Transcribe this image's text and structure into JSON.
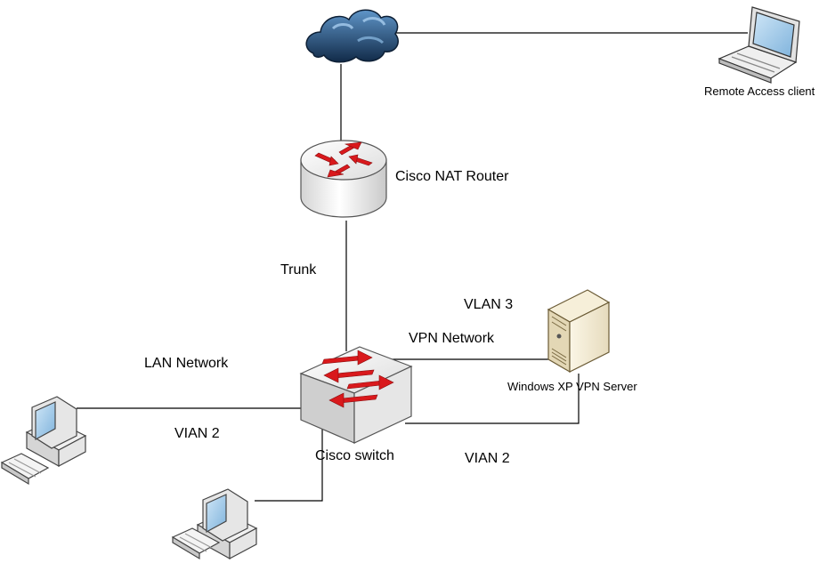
{
  "nodes": {
    "internet": {
      "icon": "cloud-icon"
    },
    "remote_client": {
      "icon": "laptop-icon",
      "label": "Remote Access client"
    },
    "router": {
      "icon": "router-icon",
      "label": "Cisco NAT Router"
    },
    "switch": {
      "icon": "switch-icon",
      "label": "Cisco switch"
    },
    "vpn_server": {
      "icon": "server-tower-icon",
      "label": "Windows XP VPN Server"
    },
    "pc_left": {
      "icon": "desktop-computer-icon"
    },
    "pc_bottom": {
      "icon": "desktop-computer-icon"
    }
  },
  "links": {
    "trunk": "Trunk",
    "vlan3": "VLAN 3",
    "vpn_network": "VPN Network",
    "lan_network": "LAN Network",
    "vian2_left": "VIAN 2",
    "vian2_right": "VIAN 2"
  },
  "colors": {
    "cloud_dark": "#17314f",
    "cloud_light": "#6aa3d6",
    "arrow_red": "#d9191c",
    "device_gray": "#e8e8e8",
    "server_beige": "#f2ead2",
    "line": "#000000"
  }
}
